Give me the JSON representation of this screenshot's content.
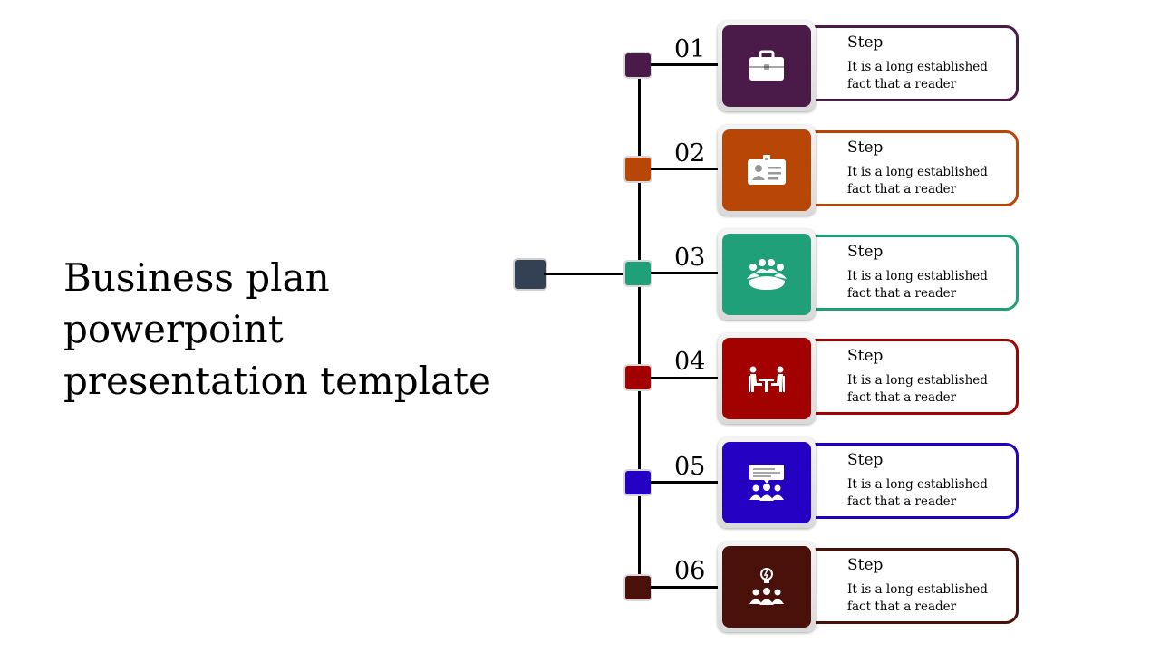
{
  "title": {
    "line1": "Business plan",
    "line2": "powerpoint",
    "line3": "presentation template"
  },
  "hub_color": "#344054",
  "steps": [
    {
      "number": "01",
      "label": "Step",
      "text": "It is a long established fact that a reader",
      "color": "#4a1a48",
      "icon": "briefcase-icon"
    },
    {
      "number": "02",
      "label": "Step",
      "text": "It is a long established fact that a reader",
      "color": "#b84606",
      "icon": "id-badge-icon"
    },
    {
      "number": "03",
      "label": "Step",
      "text": "It is a long established fact that a reader",
      "color": "#1fa078",
      "icon": "meeting-table-icon"
    },
    {
      "number": "04",
      "label": "Step",
      "text": "It is a long established fact that a reader",
      "color": "#a30000",
      "icon": "interview-icon"
    },
    {
      "number": "05",
      "label": "Step",
      "text": "It is a long established fact that a reader",
      "color": "#2400c2",
      "icon": "presentation-audience-icon"
    },
    {
      "number": "06",
      "label": "Step",
      "text": "It is a long established fact that a reader",
      "color": "#4a100a",
      "icon": "team-idea-icon"
    }
  ]
}
